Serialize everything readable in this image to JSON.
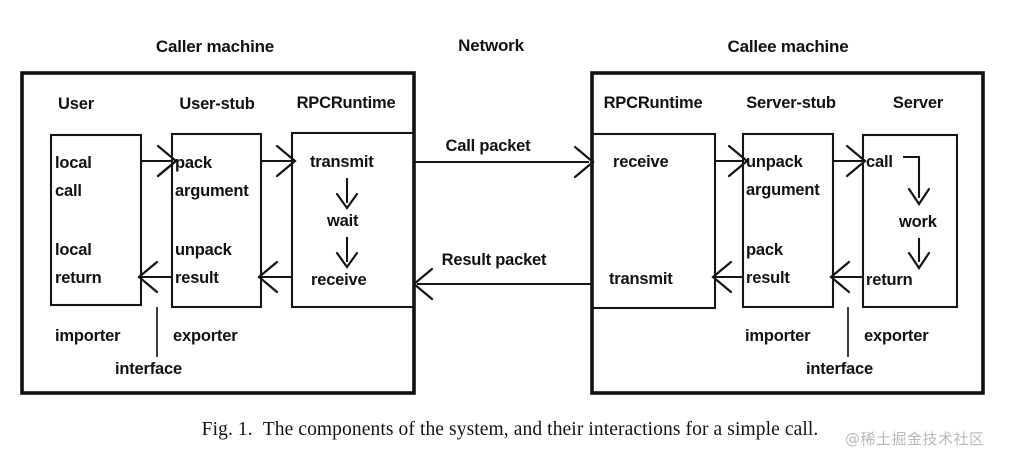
{
  "figure": {
    "caption_number": "Fig. 1.",
    "caption_text": "The components of the system, and their interactions for a simple call.",
    "watermark": "@稀土掘金技术社区",
    "ink_color": "#121212",
    "background_color": "#ffffff"
  },
  "machines": {
    "caller": {
      "title": "Caller machine",
      "columns": [
        {
          "heading": "User",
          "lines": [
            "local",
            "call",
            "local",
            "return"
          ],
          "footer": "importer"
        },
        {
          "heading": "User-stub",
          "lines": [
            "pack",
            "argument",
            "unpack",
            "result"
          ],
          "footer": "exporter"
        },
        {
          "heading": "RPCRuntime",
          "lines": [
            "transmit",
            "wait",
            "receive"
          ],
          "footer": ""
        }
      ],
      "interface_label": "interface"
    },
    "callee": {
      "title": "Callee machine",
      "columns": [
        {
          "heading": "RPCRuntime",
          "lines": [
            "receive",
            "transmit"
          ],
          "footer": ""
        },
        {
          "heading": "Server-stub",
          "lines": [
            "unpack",
            "argument",
            "pack",
            "result"
          ],
          "footer": "importer"
        },
        {
          "heading": "Server",
          "lines": [
            "call",
            "work",
            "return"
          ],
          "footer": "exporter"
        }
      ],
      "interface_label": "interface"
    }
  },
  "network": {
    "title": "Network",
    "call_packet_label": "Call packet",
    "result_packet_label": "Result packet"
  }
}
